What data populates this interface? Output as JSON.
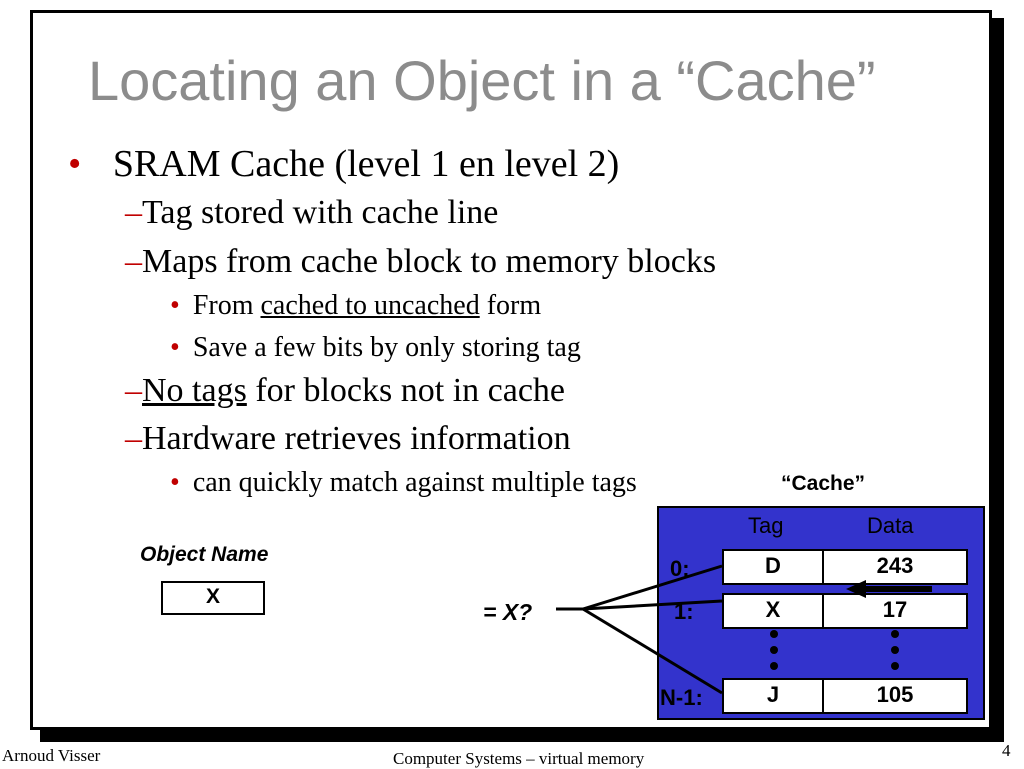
{
  "title": "Locating an Object in a “Cache”",
  "bullet_marker": "•",
  "dash_marker": "–",
  "bullets": {
    "b1": "SRAM Cache (level 1 en level 2)",
    "b1_1": "Tag stored with cache line",
    "b1_2": "Maps from cache block to memory blocks",
    "b1_2_1_pre": "From ",
    "b1_2_1_u": "cached to uncached",
    "b1_2_1_post": " form",
    "b1_2_2": "Save a few bits by only storing tag",
    "b1_3_u": "No tags",
    "b1_3_post": " for blocks not in cache",
    "b1_4": "Hardware retrieves information",
    "b1_4_1": "can quickly match against multiple tags"
  },
  "diagram": {
    "cache_label": "“Cache”",
    "tag_header": "Tag",
    "data_header": "Data",
    "object_name_label": "Object Name",
    "object_value": "X",
    "compare_label": "= X?",
    "rows": [
      {
        "label": "0:",
        "tag": "D",
        "data": "243"
      },
      {
        "label": "1:",
        "tag": "X",
        "data": "17"
      },
      {
        "label": "N-1:",
        "tag": "J",
        "data": "105"
      }
    ]
  },
  "footer": {
    "author": "Arnoud Visser",
    "course": "Computer Systems – virtual memory",
    "page": "4"
  }
}
